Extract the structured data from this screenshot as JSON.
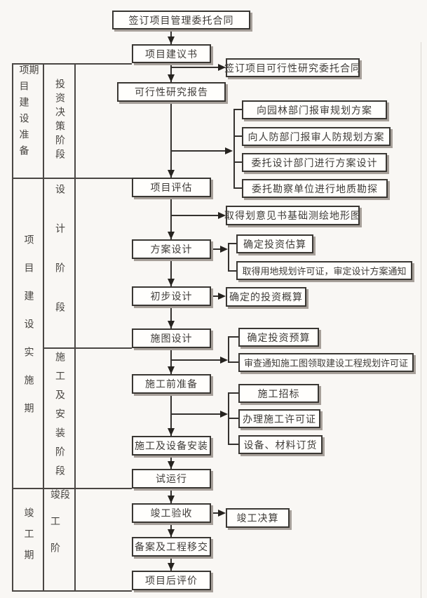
{
  "colors": {
    "background": "#f9f7f4",
    "box_fill": "#fffefc",
    "box_border": "#3a3733",
    "connector": "#35322f",
    "shadow": "#a7a09a",
    "text": "#3f3c39"
  },
  "phase_table": {
    "phase_column": [
      {
        "label": "项目建设准备期"
      },
      {
        "label": "项目建设实施期"
      },
      {
        "label": "竣工期"
      }
    ],
    "stage_column": [
      {
        "label": "投资决策阶段"
      },
      {
        "label": "设计阶段"
      },
      {
        "label": "施工及安装阶段"
      },
      {
        "label": "竣工阶段"
      }
    ]
  },
  "flow": {
    "main_steps": [
      {
        "label": "签订项目管理委托合同"
      },
      {
        "label": "项目建议书"
      },
      {
        "label": "可行性研究报告"
      },
      {
        "label": "项目评估"
      },
      {
        "label": "方案设计"
      },
      {
        "label": "初步设计"
      },
      {
        "label": "施图设计"
      },
      {
        "label": "施工前准备"
      },
      {
        "label": "施工及设备安装"
      },
      {
        "label": "试运行"
      },
      {
        "label": "竣工验收"
      },
      {
        "label": "备案及工程移交"
      },
      {
        "label": "项目后评价"
      }
    ],
    "side_outputs": [
      {
        "label": "签订项目可行性研究委托合同"
      },
      {
        "label": "向园林部门报审规划方案"
      },
      {
        "label": "向人防部门报审人防规划方案"
      },
      {
        "label": "委托设计部门进行方案设计"
      },
      {
        "label": "委托勘察单位进行地质勘探"
      },
      {
        "label": "取得划意见书基础测绘地形图"
      },
      {
        "label": "确定投资估算"
      },
      {
        "label": "取得用地规划许可证，审定设计方案通知"
      },
      {
        "label": "确定的投资概算"
      },
      {
        "label": "确定投资预算"
      },
      {
        "label": "审查通知施工图领取建设工程规划许可证"
      },
      {
        "label": "施工招标"
      },
      {
        "label": "办理施工许可证"
      },
      {
        "label": "设备、材料订货"
      },
      {
        "label": "竣工决算"
      }
    ]
  }
}
